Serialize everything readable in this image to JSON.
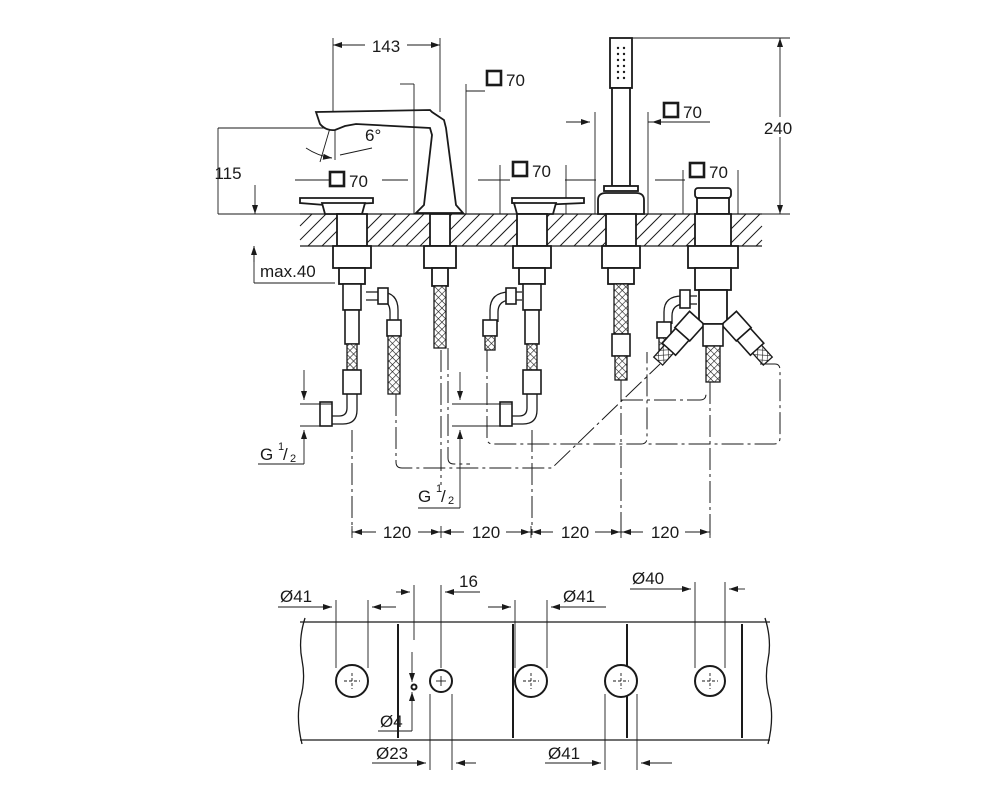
{
  "elevation": {
    "spout_projection": "143",
    "spout_height": "115",
    "total_height": "240",
    "spout_angle": "6°",
    "deck_thickness": "max.40",
    "escutcheon_size": "70",
    "thread_left": "G",
    "thread_center": "G",
    "thread_fraction_num": "1",
    "thread_fraction_den": "2",
    "spacing": [
      "120",
      "120",
      "120",
      "120"
    ]
  },
  "plan": {
    "hole_valve_left": "Ø41",
    "hole_spout": "Ø23",
    "spout_pin": "Ø4",
    "spout_pin_offset": "16",
    "hole_valve_right": "Ø41",
    "hole_shower": "Ø41",
    "hole_diverter": "Ø40"
  }
}
